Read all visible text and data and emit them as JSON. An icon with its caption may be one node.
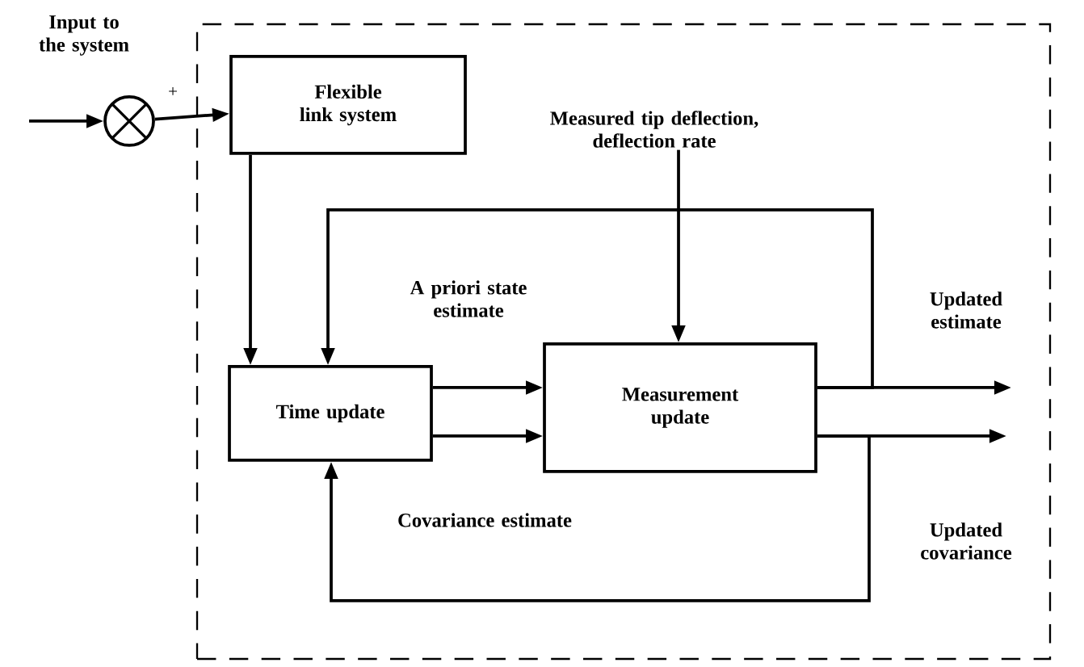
{
  "diagram": {
    "nodes": [
      {
        "text": [],
        "shape": "box"
      },
      {
        "text": [],
        "shape": "circle",
        "beside": [
          "+"
        ]
      },
      {
        "text": [
          "Flexible link system"
        ],
        "in": 0
      },
      {
        "text": [
          "Time update"
        ],
        "in": 0
      },
      {
        "text": [
          "Measurement update"
        ],
        "in": 0
      },
      {
        "text": [
          "Measured tip deflection, deflection rate"
        ],
        "in": 0
      }
    ],
    "edges": [
      {
        "from": null,
        "to": 1,
        "arrow": "to",
        "label": "Input to the system"
      },
      {
        "from": 1,
        "to": 2,
        "arrow": "to"
      },
      {
        "from": 2,
        "to": 3,
        "arrow": "to"
      },
      {
        "from": 5,
        "to": 4,
        "arrow": "to"
      },
      {
        "from": 3,
        "to": 4,
        "arrow": "to"
      },
      {
        "from": 3,
        "to": 4,
        "arrow": "to"
      },
      {
        "from": 4,
        "to": 3,
        "arrow": "to",
        "label": "A priori state estimate"
      },
      {
        "from": 4,
        "to": 3,
        "arrow": "to",
        "label": "Covariance estimate"
      },
      {
        "from": 4,
        "to": null,
        "arrow": "to",
        "label": "Updated estimate"
      },
      {
        "from": 4,
        "to": null,
        "arrow": "to",
        "label": "Updated covariance"
      }
    ]
  }
}
